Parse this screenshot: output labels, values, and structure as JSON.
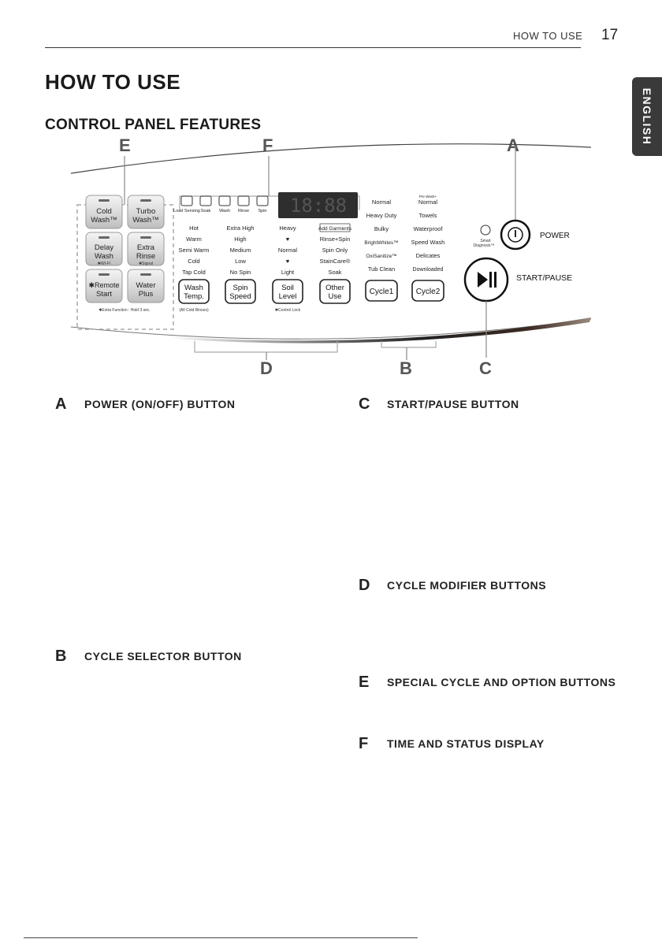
{
  "header": {
    "section": "HOW TO USE",
    "page_number": "17",
    "language_tab": "ENGLISH"
  },
  "page": {
    "title": "HOW TO USE",
    "subtitle": "CONTROL PANEL FEATURES"
  },
  "diagram_letters": {
    "E": "E",
    "F": "F",
    "A": "A",
    "D": "D",
    "B": "B",
    "C": "C"
  },
  "panel": {
    "special_buttons": [
      {
        "line1": "Cold",
        "line2": "Wash™",
        "sub": ""
      },
      {
        "line1": "Turbo",
        "line2": "Wash™",
        "sub": ""
      },
      {
        "line1": "Delay",
        "line2": "Wash",
        "sub": "✱WI-FI"
      },
      {
        "line1": "Extra",
        "line2": "Rinse",
        "sub": "✱Signal"
      },
      {
        "line1": "✱Remote",
        "line2": "Start",
        "sub": ""
      },
      {
        "line1": "Water",
        "line2": "Plus",
        "sub": ""
      }
    ],
    "extra_function_note": "✱Extra Function : Hold 3 sec.",
    "status_icons": [
      "Load Sensing",
      "Soak",
      "Wash",
      "Rinse",
      "Spin"
    ],
    "display_value": "18:88",
    "modifiers": [
      {
        "options": [
          "Hot",
          "Warm",
          "Semi Warm",
          "Cold",
          "Tap Cold"
        ],
        "line1": "Wash",
        "line2": "Temp.",
        "note": "(All Cold Rinses)"
      },
      {
        "options": [
          "Extra High",
          "High",
          "Medium",
          "Low",
          "No Spin"
        ],
        "line1": "Spin",
        "line2": "Speed",
        "note": ""
      },
      {
        "options": [
          "Heavy",
          "♥",
          "Normal",
          "♥",
          "Light"
        ],
        "line1": "Soil",
        "line2": "Level",
        "note": "✱Control Lock"
      },
      {
        "options": [
          "Add Garments",
          "Rinse+Spin",
          "Spin Only",
          "StainCare®",
          "Soak"
        ],
        "line1": "Other",
        "line2": "Use",
        "note": ""
      }
    ],
    "cycle1": {
      "options": [
        "Normal",
        "Heavy Duty",
        "Bulky",
        "BrightWhites™",
        "OxiSanitize™",
        "Tub Clean"
      ],
      "label": "Cycle1"
    },
    "cycle2": {
      "prewash_tag": "Pre Wash+",
      "options": [
        "Normal",
        "Towels",
        "Waterproof",
        "Speed Wash",
        "Delicates",
        "Downloaded"
      ],
      "label": "Cycle2"
    },
    "smart_diagnosis": {
      "line1": "Smart",
      "line2": "Diagnosis™"
    },
    "power_label": "POWER",
    "start_label": "START/PAUSE"
  },
  "sections": [
    {
      "letter": "A",
      "title": "POWER (ON/OFF) BUTTON"
    },
    {
      "letter": "C",
      "title": "START/PAUSE BUTTON"
    },
    {
      "letter": "D",
      "title": "CYCLE MODIFIER BUTTONS"
    },
    {
      "letter": "B",
      "title": "CYCLE SELECTOR BUTTON"
    },
    {
      "letter": "E",
      "title": "SPECIAL CYCLE AND OPTION BUTTONS"
    },
    {
      "letter": "F",
      "title": "TIME AND STATUS DISPLAY"
    }
  ]
}
